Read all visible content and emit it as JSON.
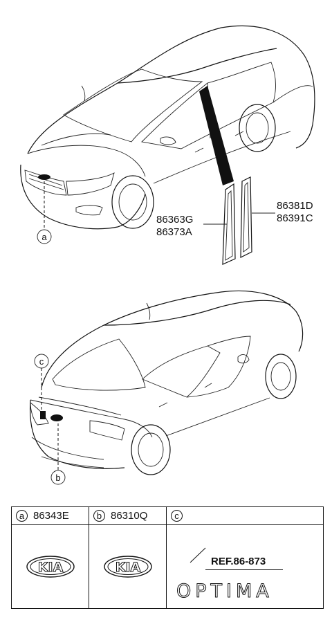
{
  "part_labels": {
    "group_left_1": "86363G",
    "group_left_2": "86373A",
    "group_right_1": "86381D",
    "group_right_2": "86391C"
  },
  "callouts": {
    "a": "a",
    "b": "b",
    "c": "c"
  },
  "legend": {
    "columns": [
      {
        "letter": "a",
        "part_number": "86343E",
        "icon": "kia-emblem-icon"
      },
      {
        "letter": "b",
        "part_number": "86310Q",
        "icon": "kia-emblem-icon"
      },
      {
        "letter": "c",
        "part_number": "",
        "icon": "optima-lettering-icon"
      }
    ],
    "emblem_text": "KIA",
    "reference": "REF.86-873",
    "lettering": "OPTIMA"
  }
}
